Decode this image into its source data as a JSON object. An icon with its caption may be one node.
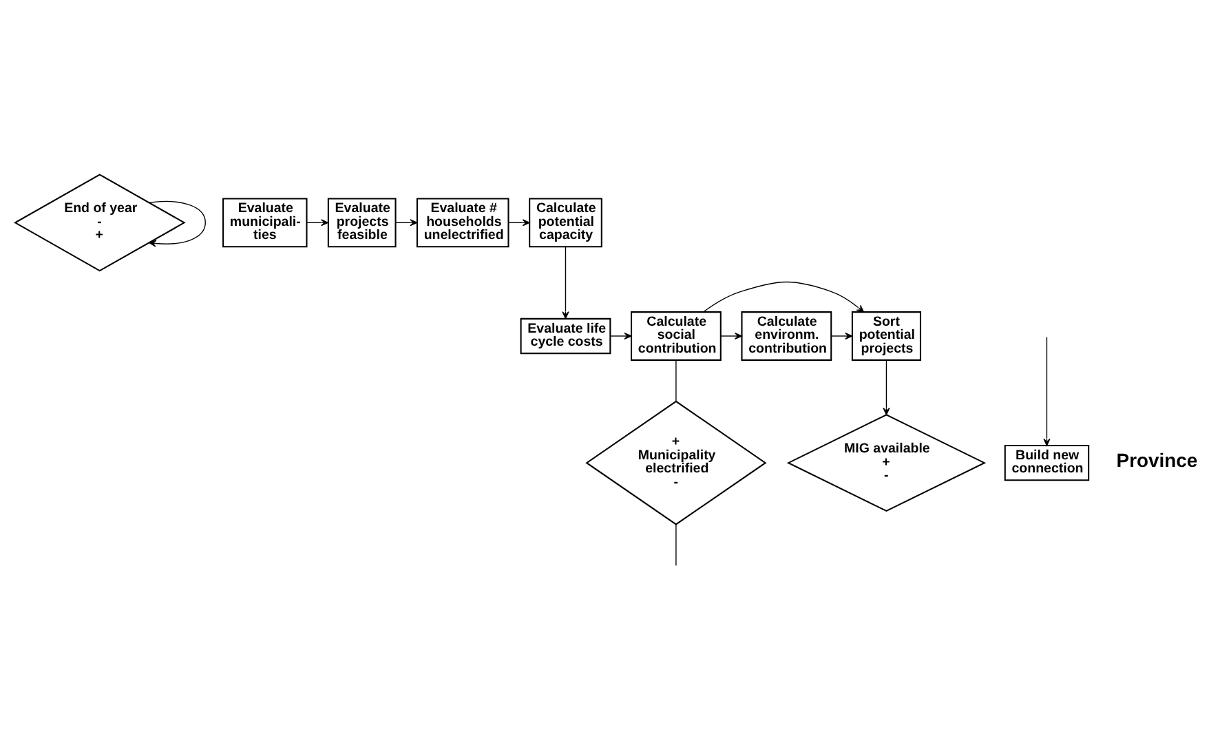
{
  "diagram": {
    "nodes": [
      {
        "text": [
          "End of year",
          "-",
          "+"
        ]
      },
      {
        "text": [
          "Evaluate municipali- ties"
        ]
      },
      {
        "text": [
          "Evaluate projects feasible"
        ]
      },
      {
        "text": [
          "Evaluate # households unelectrified"
        ]
      },
      {
        "text": [
          "Calculate potential capacity"
        ]
      },
      {
        "text": [
          "Sort potential projects"
        ]
      },
      {
        "text": [
          "Calculate environm. contribution"
        ]
      },
      {
        "text": [
          "Calculate social contribution"
        ]
      },
      {
        "text": [
          "Evaluate life cycle costs"
        ]
      },
      {
        "text": [
          "MIG available",
          "+",
          "-"
        ]
      },
      {
        "text": [
          "Build new connection"
        ]
      },
      {
        "text": [
          "+",
          "Municipality electrified",
          "-"
        ]
      }
    ],
    "edges": [
      {
        "from": 0,
        "to": 0,
        "arrow": "to"
      },
      {
        "from": 1,
        "to": 2,
        "arrow": "to"
      },
      {
        "from": 2,
        "to": 3,
        "arrow": "to"
      },
      {
        "from": 3,
        "to": 4,
        "arrow": "to"
      },
      {
        "from": 4,
        "to": 8,
        "arrow": "to"
      },
      {
        "from": 8,
        "to": 7,
        "arrow": "to"
      },
      {
        "from": 7,
        "to": 6,
        "arrow": "to"
      },
      {
        "from": 6,
        "to": 5,
        "arrow": "to"
      },
      {
        "from": 7,
        "to": 5,
        "arrow": "to"
      },
      {
        "from": 5,
        "to": 9,
        "arrow": "to"
      },
      {
        "from": 7,
        "to": 11,
        "arrow": "none"
      },
      {
        "from": null,
        "to": 10,
        "arrow": "to"
      },
      {
        "from": 11,
        "to": null,
        "arrow": "none"
      }
    ],
    "labels": [
      "Province"
    ]
  }
}
